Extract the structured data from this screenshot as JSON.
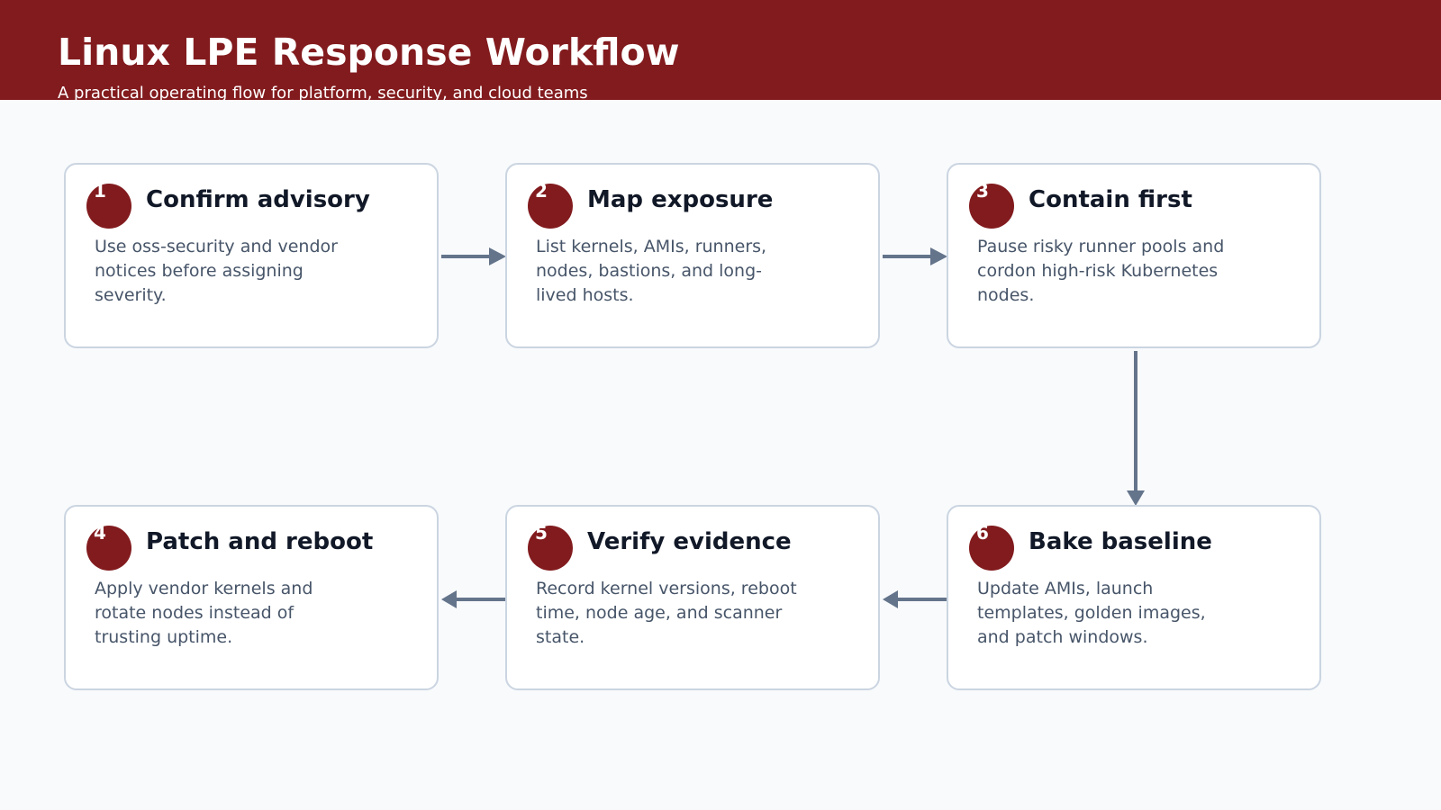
{
  "header": {
    "title": "Linux LPE Response Workflow",
    "subtitle": "A practical operating flow for platform, security, and cloud teams"
  },
  "steps": [
    {
      "number": "1",
      "title": "Confirm advisory",
      "description": "Use oss-security and vendor notices before assigning severity."
    },
    {
      "number": "2",
      "title": "Map exposure",
      "description": "List kernels, AMIs, runners, nodes, bastions, and long-lived hosts."
    },
    {
      "number": "3",
      "title": "Contain first",
      "description": "Pause risky runner pools and cordon high-risk Kubernetes nodes."
    },
    {
      "number": "4",
      "title": "Patch and reboot",
      "description": "Apply vendor kernels and rotate nodes instead of trusting uptime."
    },
    {
      "number": "5",
      "title": "Verify evidence",
      "description": "Record kernel versions, reboot time, node age, and scanner state."
    },
    {
      "number": "6",
      "title": "Bake baseline",
      "description": "Update AMIs, launch templates, golden images, and patch windows."
    }
  ],
  "colors": {
    "brand": "#821b1e",
    "connector": "#64748b",
    "card_border": "#cbd5e1",
    "background": "#f8fafc"
  }
}
